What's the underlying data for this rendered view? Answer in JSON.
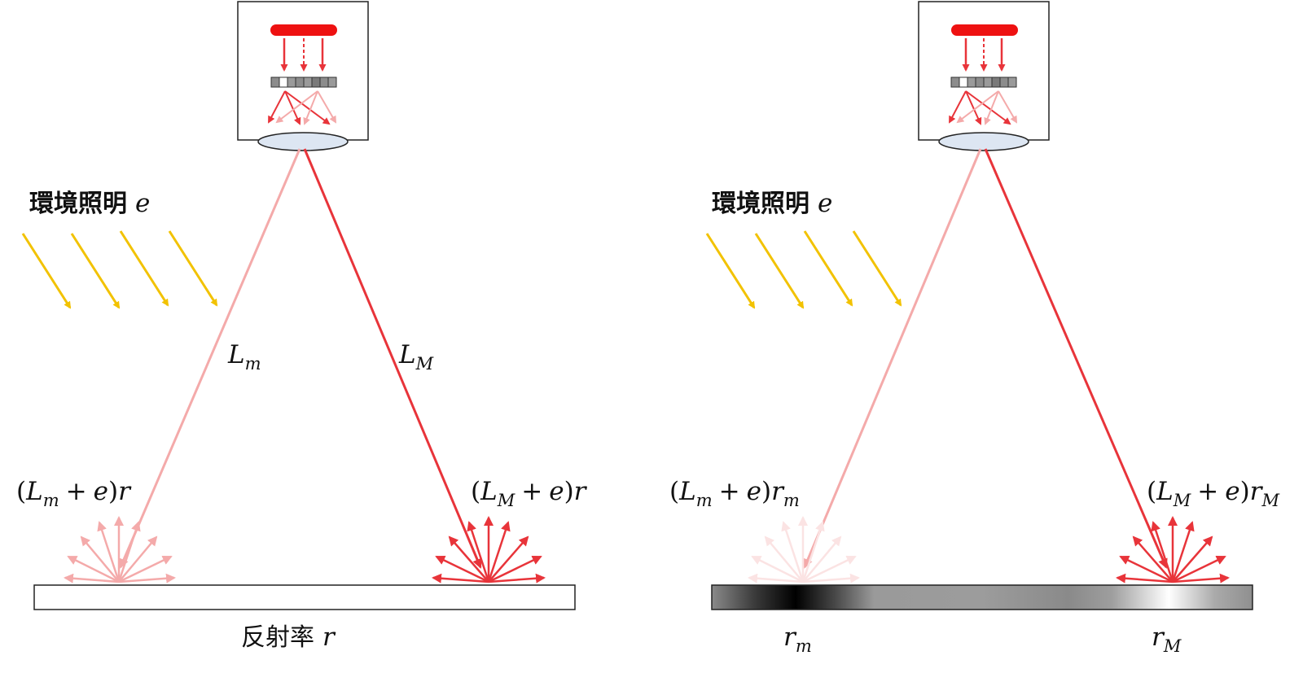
{
  "colors": {
    "light_red": "#f4aaaa",
    "red": "#e8343a",
    "faded_red": "#fbe3e3",
    "yellow": "#f2c200",
    "lens": "#dde6f2",
    "bar_red": "#ee1111"
  },
  "left": {
    "ambient_label": "環境照明",
    "ambient_symbol": "e",
    "ray_min_label": "L",
    "ray_min_sub": "m",
    "ray_max_label": "L",
    "ray_max_sub": "M",
    "reflect_min": {
      "open": "(",
      "L": "L",
      "sub": "m",
      "plus": "+",
      "e": "e",
      "close": ")",
      "r": "r",
      "rsub": ""
    },
    "reflect_max": {
      "open": "(",
      "L": "L",
      "sub": "M",
      "plus": "+",
      "e": "e",
      "close": ")",
      "r": "r",
      "rsub": ""
    },
    "surface_label": "反射率",
    "surface_symbol": "r"
  },
  "right": {
    "ambient_label": "環境照明",
    "ambient_symbol": "e",
    "reflect_min": {
      "open": "(",
      "L": "L",
      "sub": "m",
      "plus": "+",
      "e": "e",
      "close": ")",
      "r": "r",
      "rsub": "m"
    },
    "reflect_max": {
      "open": "(",
      "L": "L",
      "sub": "M",
      "plus": "+",
      "e": "e",
      "close": ")",
      "r": "r",
      "rsub": "M"
    },
    "surface_min_label": "r",
    "surface_min_sub": "m",
    "surface_max_label": "r",
    "surface_max_sub": "M"
  },
  "icons": {
    "projector": "projector-icon",
    "lens": "lens-icon",
    "light_source": "light-source-icon",
    "pixel_array": "pixel-array-icon"
  }
}
